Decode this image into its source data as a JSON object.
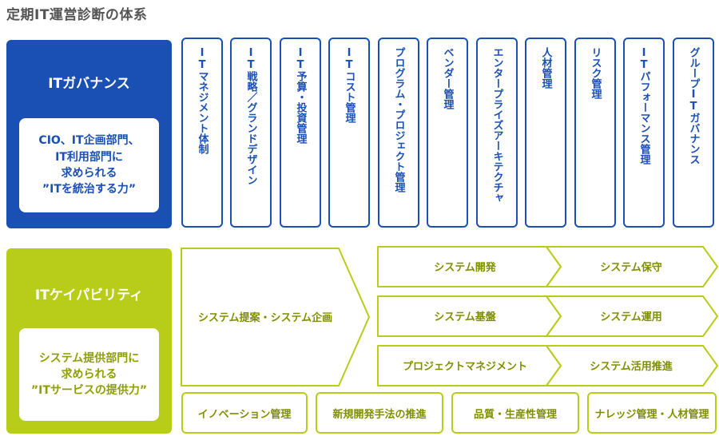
{
  "title": "定期IT運営診断の体系",
  "governance": {
    "title": "ITガバナンス",
    "box_text": "CIO、IT企画部門、\nIT利用部門に\n求められる\n”ITを統治する力”",
    "columns": [
      "ITマネジメント体制",
      "IT戦略／グランドデザイン",
      "IT予算・投資管理",
      "ITコスト管理",
      "プログラム・プロジェクト管理",
      "ベンダー管理",
      "エンタープライズアーキテクチャ",
      "人材管理",
      "リスク管理",
      "ITパフォーマンス管理",
      "グループITガバナンス"
    ]
  },
  "capability": {
    "title": "ITケイパビリティ",
    "box_text": "システム提供部門に\n求められる\n”ITサービスの提供力”",
    "planning": "システム提案・システム企画",
    "rows": [
      {
        "left": "システム開発",
        "right": "システム保守"
      },
      {
        "left": "システム基盤",
        "right": "システム運用"
      },
      {
        "left": "プロジェクトマネジメント",
        "right": "システム活用推進"
      }
    ],
    "bottom": [
      "イノベーション管理",
      "新規開発手法の推進",
      "品質・生産性管理",
      "ナレッジ管理・人材管理"
    ]
  },
  "colors": {
    "governance": "#1a4fb4",
    "capability": "#b8cc1a",
    "capability_text": "#7f8f00"
  }
}
